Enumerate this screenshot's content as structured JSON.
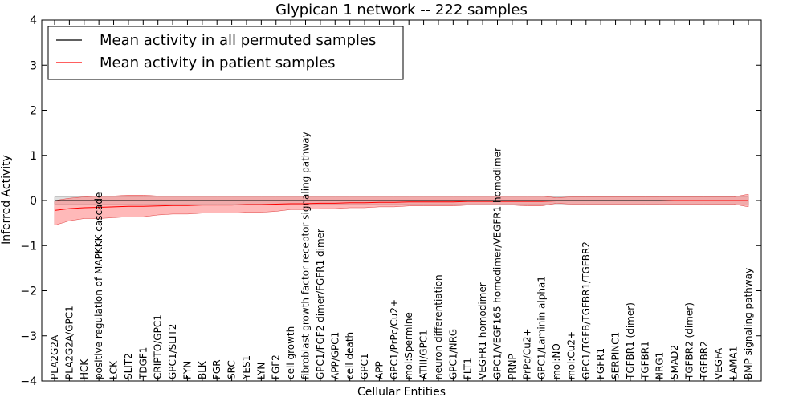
{
  "chart_data": {
    "type": "line",
    "title": "Glypican 1 network -- 222 samples",
    "xlabel": "Cellular Entities",
    "ylabel": "Inferred Activity",
    "ylim": [
      -4,
      4
    ],
    "yticks": [
      -4,
      -3,
      -2,
      -1,
      0,
      1,
      2,
      3,
      4
    ],
    "ytick_labels": [
      "−4",
      "−3",
      "−2",
      "−1",
      "0",
      "1",
      "2",
      "3",
      "4"
    ],
    "grid": false,
    "legend_position": "top-left",
    "categories": [
      "PLA2G2A",
      "PLA2G2A/GPC1",
      "HCK",
      "positive regulation of MAPKKK cascade",
      "LCK",
      "SLIT2",
      "TDGF1",
      "CRIPTO/GPC1",
      "GPC1/SLIT2",
      "FYN",
      "BLK",
      "FGR",
      "SRC",
      "YES1",
      "LYN",
      "FGF2",
      "cell growth",
      "fibroblast growth factor receptor signaling pathway",
      "GPC1/FGF2 dimer/FGFR1 dimer",
      "APP/GPC1",
      "cell death",
      "GPC1",
      "APP",
      "GPC1/PrPc/Cu2+",
      "mol:Spermine",
      "ATIII/GPC1",
      "neuron differentiation",
      "GPC1/NRG",
      "FLT1",
      "VEGFR1 homodimer",
      "GPC1/VEGF165 homodimer/VEGFR1 homodimer",
      "PRNP",
      "PrPc/Cu2+",
      "GPC1/Laminin alpha1",
      "mol:NO",
      "mol:Cu2+",
      "GPC1/TGFB/TGFBR1/TGFBR2",
      "FGFR1",
      "SERPINC1",
      "TGFBR1 (dimer)",
      "TGFBR1",
      "NRG1",
      "SMAD2",
      "TGFBR2 (dimer)",
      "TGFBR2",
      "VEGFA",
      "LAMA1",
      "BMP signaling pathway"
    ],
    "series": [
      {
        "name": "Mean activity in all permuted samples",
        "color": "#000000",
        "band_color": "#bbbbbb",
        "values": [
          0,
          0,
          0,
          0,
          0,
          0,
          0,
          0,
          0,
          0,
          0,
          0,
          0,
          0,
          0,
          0,
          0,
          0,
          0,
          0,
          0,
          0,
          0,
          0,
          0,
          0,
          0,
          0,
          0,
          0,
          0,
          0,
          0,
          0,
          0,
          0,
          0,
          0,
          0,
          0,
          0,
          0,
          0,
          0,
          0,
          0,
          0,
          0
        ],
        "band_upper": [
          0.08,
          0.08,
          0.08,
          0.08,
          0.08,
          0.08,
          0.08,
          0.08,
          0.08,
          0.08,
          0.08,
          0.08,
          0.08,
          0.08,
          0.08,
          0.08,
          0.08,
          0.08,
          0.08,
          0.08,
          0.08,
          0.08,
          0.08,
          0.08,
          0.08,
          0.08,
          0.08,
          0.08,
          0.08,
          0.08,
          0.08,
          0.08,
          0.08,
          0.08,
          0.08,
          0.08,
          0.08,
          0.08,
          0.08,
          0.08,
          0.08,
          0.08,
          0.08,
          0.08,
          0.08,
          0.08,
          0.08,
          0.08
        ],
        "band_lower": [
          -0.08,
          -0.08,
          -0.08,
          -0.08,
          -0.08,
          -0.08,
          -0.08,
          -0.08,
          -0.08,
          -0.08,
          -0.08,
          -0.08,
          -0.08,
          -0.08,
          -0.08,
          -0.08,
          -0.08,
          -0.08,
          -0.08,
          -0.08,
          -0.08,
          -0.08,
          -0.08,
          -0.08,
          -0.08,
          -0.08,
          -0.08,
          -0.08,
          -0.08,
          -0.08,
          -0.08,
          -0.08,
          -0.08,
          -0.08,
          -0.1,
          -0.1,
          -0.1,
          -0.1,
          -0.1,
          -0.1,
          -0.1,
          -0.1,
          -0.1,
          -0.1,
          -0.1,
          -0.1,
          -0.1,
          -0.1
        ]
      },
      {
        "name": "Mean activity in patient samples",
        "color": "#ff0000",
        "band_color": "#ff8080",
        "values": [
          -0.22,
          -0.18,
          -0.16,
          -0.15,
          -0.14,
          -0.13,
          -0.13,
          -0.12,
          -0.11,
          -0.11,
          -0.1,
          -0.1,
          -0.1,
          -0.09,
          -0.09,
          -0.08,
          -0.07,
          -0.07,
          -0.06,
          -0.06,
          -0.05,
          -0.05,
          -0.04,
          -0.04,
          -0.03,
          -0.03,
          -0.03,
          -0.03,
          -0.02,
          -0.02,
          -0.02,
          -0.02,
          -0.02,
          -0.02,
          -0.01,
          -0.01,
          -0.01,
          -0.01,
          -0.01,
          -0.01,
          -0.01,
          -0.01,
          0,
          0,
          0,
          0,
          0,
          0
        ],
        "band_upper": [
          0.0,
          0.05,
          0.08,
          0.1,
          0.1,
          0.12,
          0.12,
          0.1,
          0.1,
          0.1,
          0.1,
          0.1,
          0.1,
          0.1,
          0.1,
          0.1,
          0.1,
          0.1,
          0.1,
          0.1,
          0.1,
          0.1,
          0.1,
          0.1,
          0.1,
          0.1,
          0.1,
          0.1,
          0.1,
          0.1,
          0.1,
          0.1,
          0.1,
          0.1,
          0.06,
          0.08,
          0.08,
          0.08,
          0.08,
          0.08,
          0.08,
          0.08,
          0.08,
          0.08,
          0.08,
          0.08,
          0.08,
          0.14
        ],
        "band_lower": [
          -0.55,
          -0.45,
          -0.4,
          -0.4,
          -0.38,
          -0.36,
          -0.36,
          -0.32,
          -0.3,
          -0.3,
          -0.28,
          -0.28,
          -0.28,
          -0.26,
          -0.26,
          -0.24,
          -0.2,
          -0.2,
          -0.18,
          -0.18,
          -0.16,
          -0.16,
          -0.14,
          -0.14,
          -0.12,
          -0.12,
          -0.12,
          -0.12,
          -0.1,
          -0.1,
          -0.1,
          -0.1,
          -0.12,
          -0.12,
          -0.06,
          -0.08,
          -0.08,
          -0.08,
          -0.08,
          -0.08,
          -0.08,
          -0.08,
          -0.08,
          -0.08,
          -0.08,
          -0.08,
          -0.08,
          -0.14
        ]
      }
    ]
  }
}
